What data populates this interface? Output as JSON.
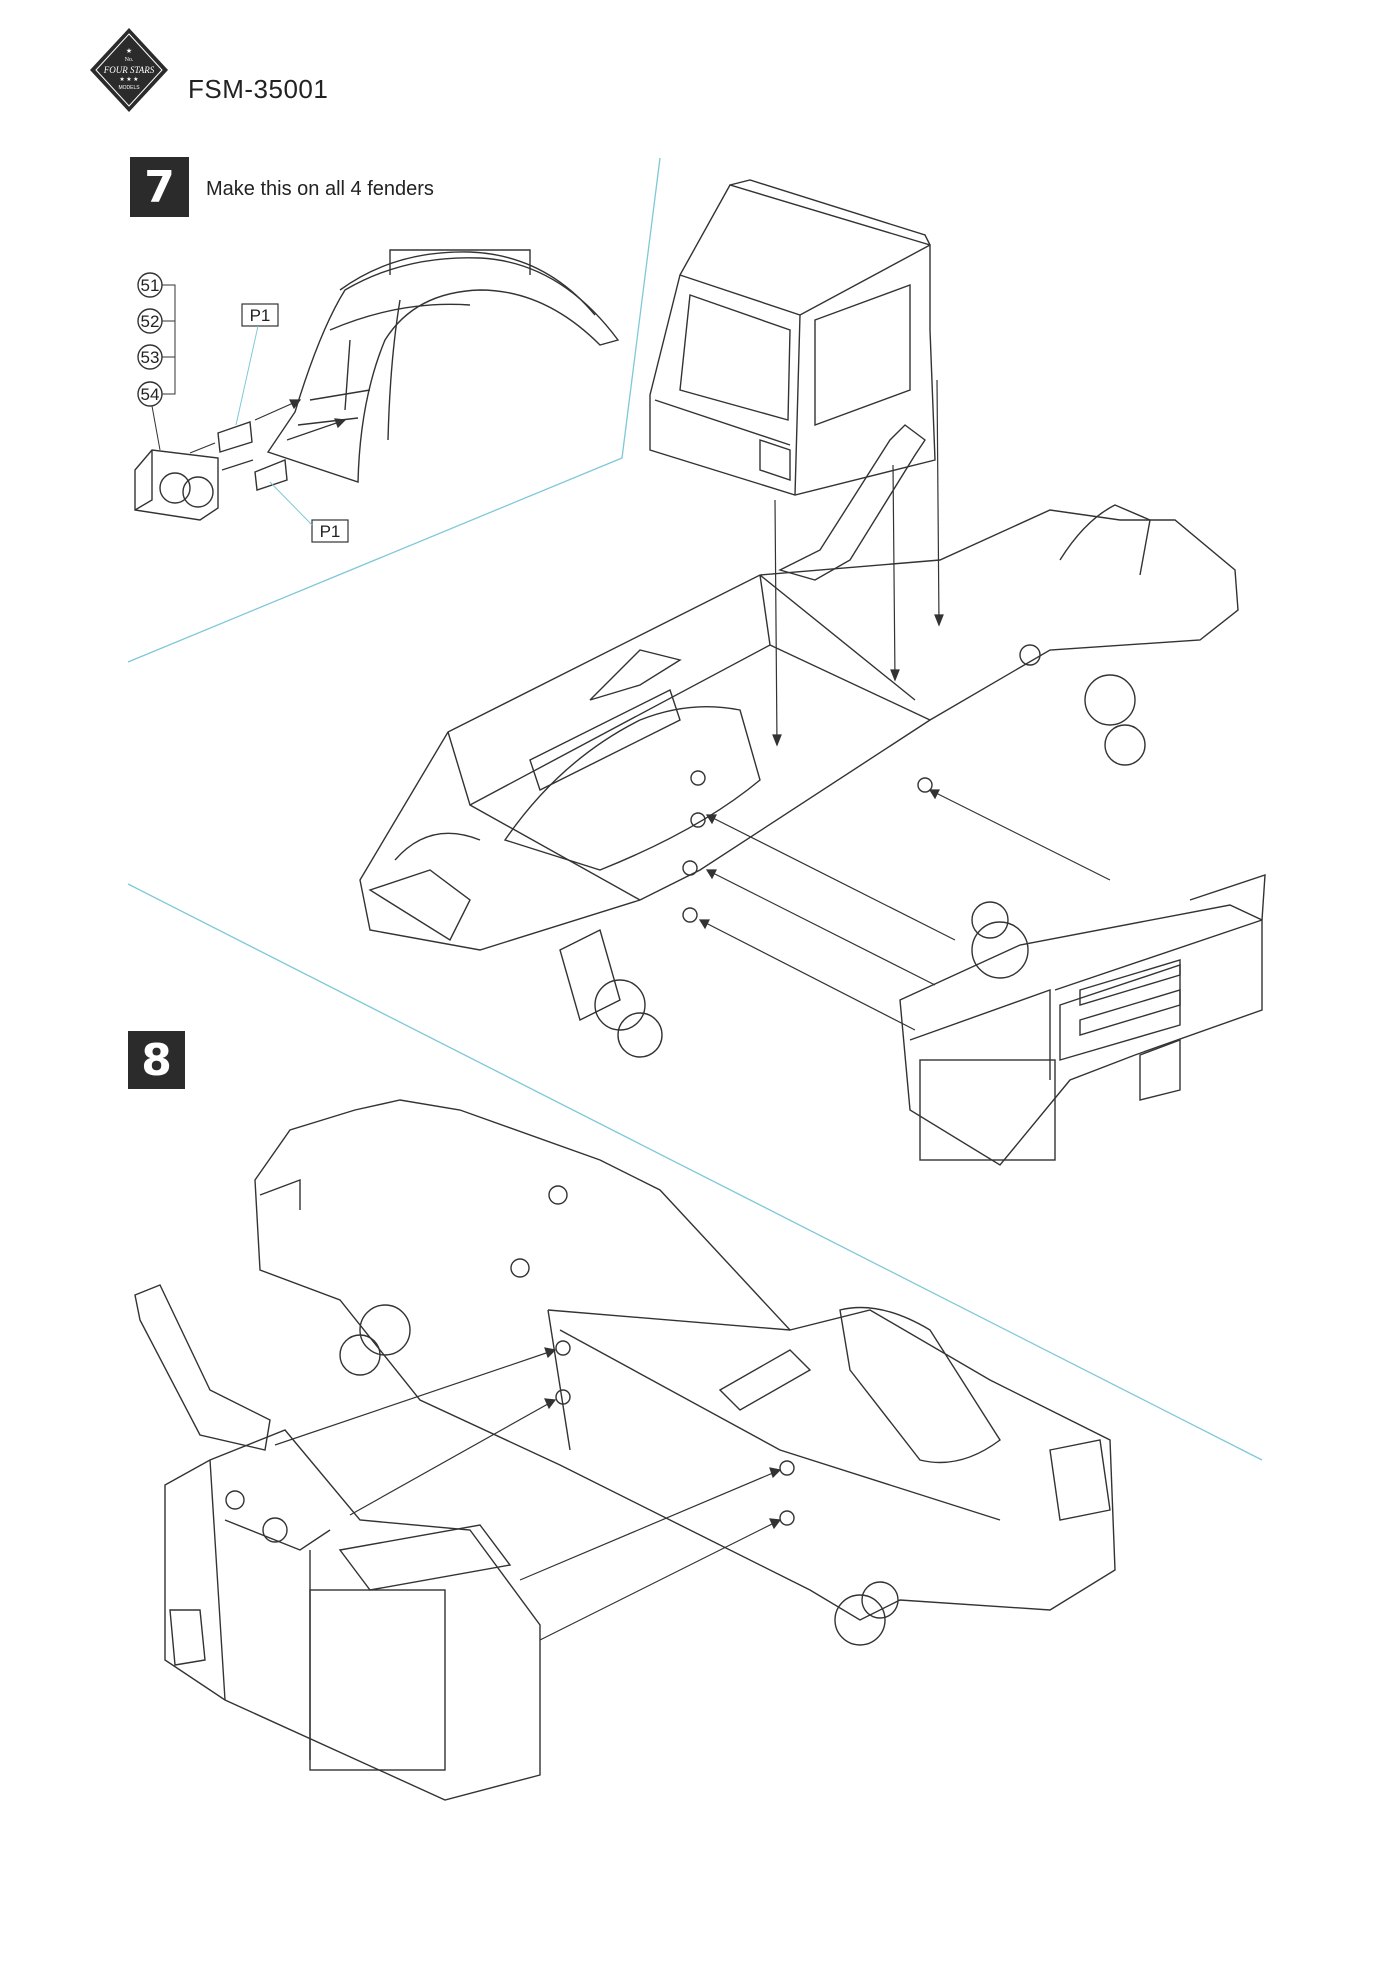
{
  "header": {
    "product_code": "FSM-35001",
    "logo_text": {
      "small": "No.",
      "main": "FOUR STARS",
      "sub": "MODELS"
    }
  },
  "steps": [
    {
      "number": "7",
      "instruction": "Make this on all 4 fenders"
    },
    {
      "number": "8"
    }
  ],
  "callouts": {
    "part_numbers": [
      "51",
      "52",
      "53",
      "54"
    ],
    "photo_etch_labels": [
      "P1",
      "P1"
    ]
  },
  "colors": {
    "divider": "#7fc8d8",
    "badge": "#2b2b2b",
    "line": "#333333"
  }
}
